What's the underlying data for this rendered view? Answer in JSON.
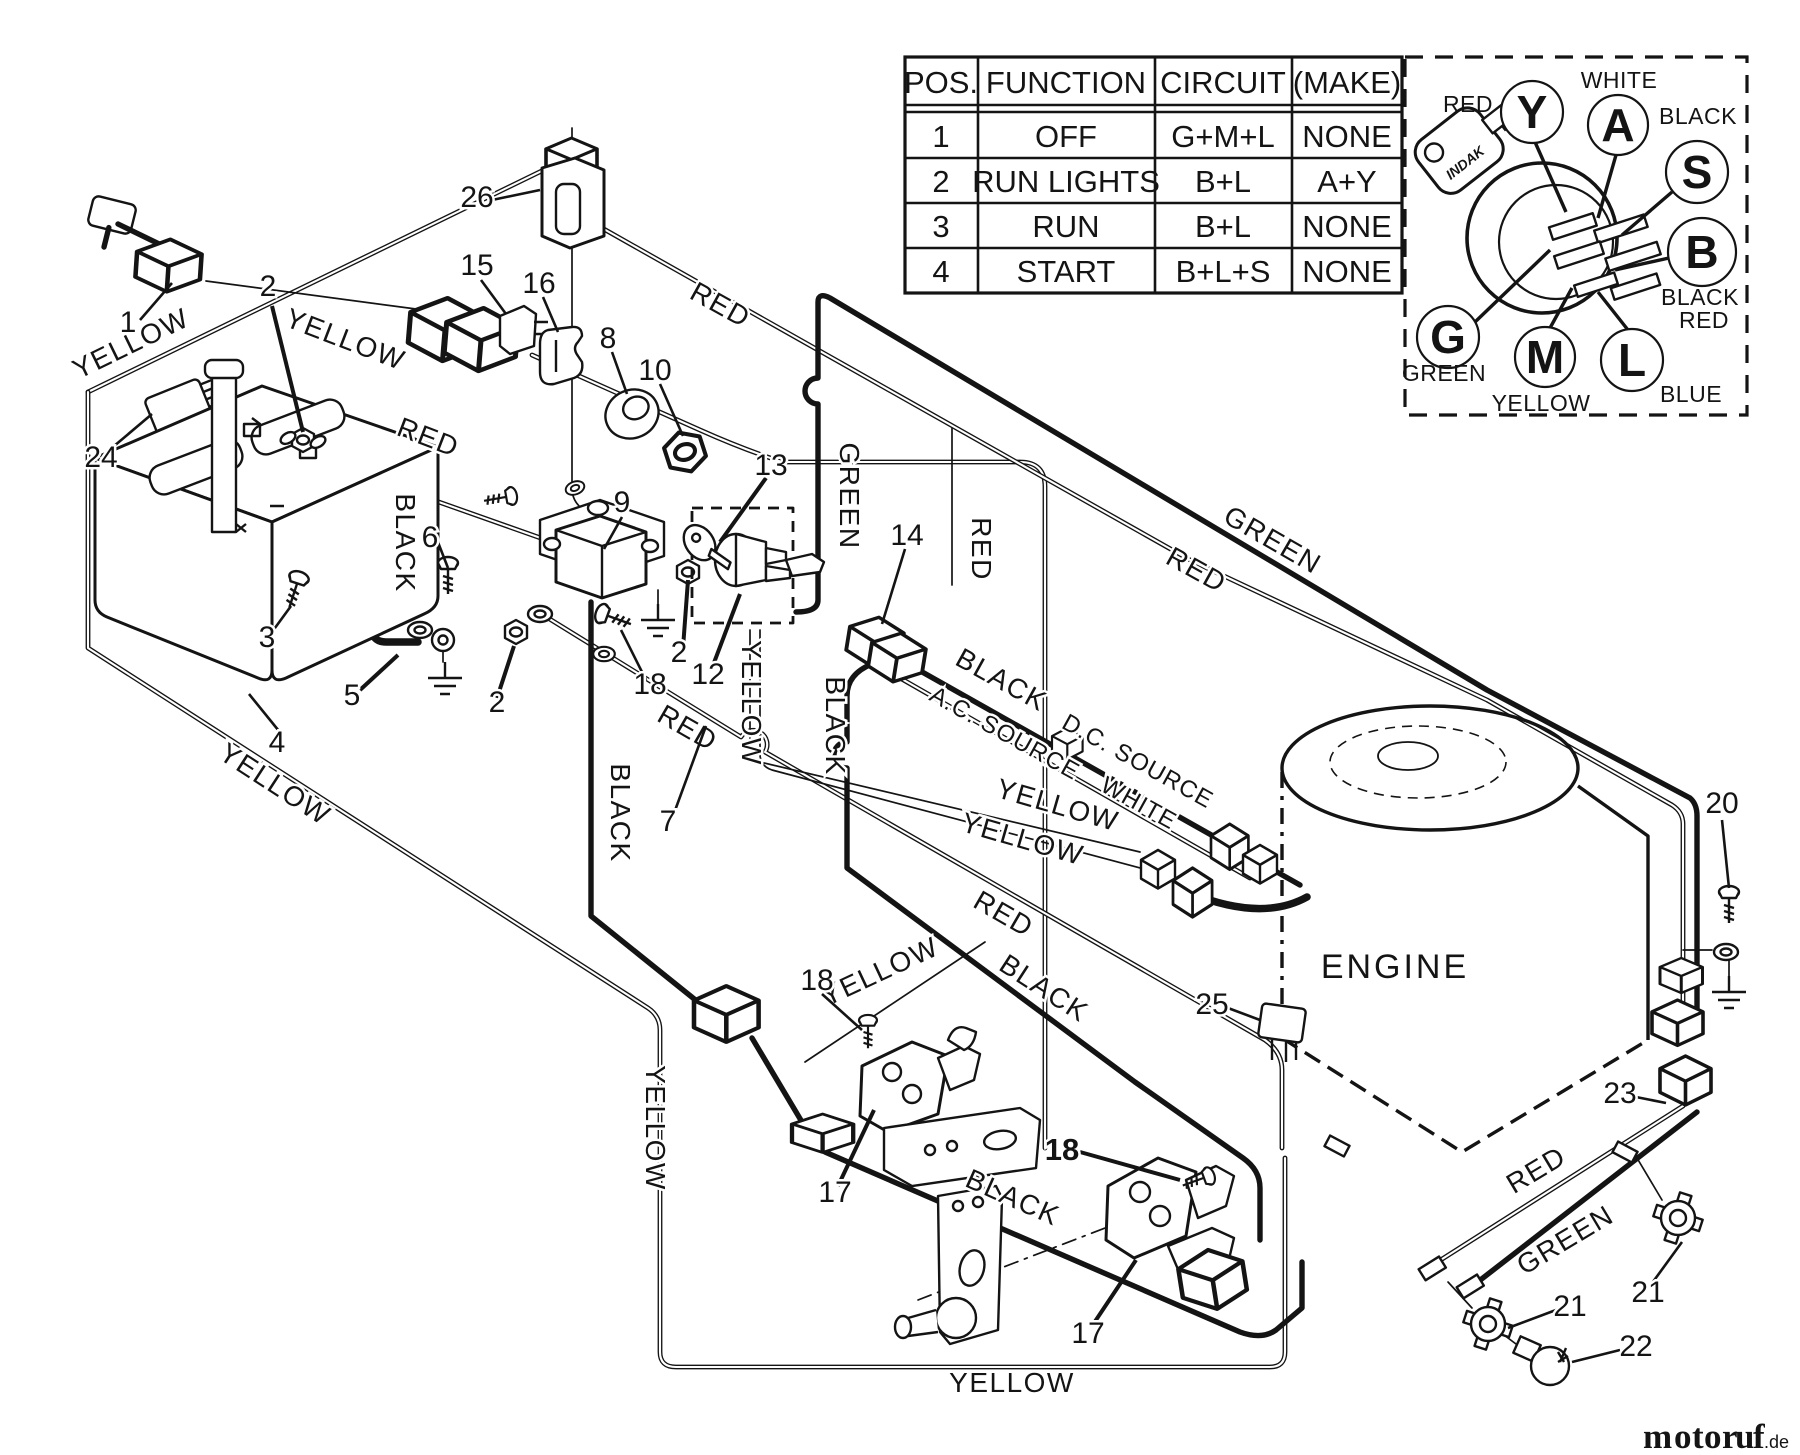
{
  "table": {
    "headers": [
      "POS.",
      "FUNCTION",
      "CIRCUIT",
      "(MAKE)"
    ],
    "rows": [
      [
        "1",
        "OFF",
        "G+M+L",
        "NONE"
      ],
      [
        "2",
        "RUN LIGHTS",
        "B+L",
        "A+Y"
      ],
      [
        "3",
        "RUN",
        "B+L",
        "NONE"
      ],
      [
        "4",
        "START",
        "B+L+S",
        "NONE"
      ]
    ]
  },
  "inset": {
    "key_brand": "INDAK",
    "terminals": [
      {
        "letter": "Y",
        "color": "RED"
      },
      {
        "letter": "A",
        "color": "WHITE"
      },
      {
        "letter": "S",
        "color": "BLACK"
      },
      {
        "letter": "B",
        "color": "BLACK",
        "color2": "RED"
      },
      {
        "letter": "G",
        "color": "GREEN"
      },
      {
        "letter": "M",
        "color": "YELLOW"
      },
      {
        "letter": "L",
        "color": "BLUE"
      }
    ]
  },
  "wire_colors": {
    "yellow": "YELLOW",
    "red": "RED",
    "black": "BLACK",
    "green": "GREEN",
    "white": "WHITE",
    "blue": "BLUE"
  },
  "source_labels": {
    "ac": "A.C. SOURCE",
    "dc": "D.C. SOURCE"
  },
  "engine_label": "ENGINE",
  "parts": {
    "1": "1",
    "2": "2",
    "3": "3",
    "4": "4",
    "5": "5",
    "6": "6",
    "7": "7",
    "8": "8",
    "9": "9",
    "10": "10",
    "12": "12",
    "13": "13",
    "14": "14",
    "15": "15",
    "16": "16",
    "17": "17",
    "18": "18",
    "20": "20",
    "21": "21",
    "22": "22",
    "23": "23",
    "24": "24",
    "25": "25",
    "26": "26"
  },
  "watermark": {
    "letters": [
      {
        "ch": "m",
        "color": "#4a6cb3"
      },
      {
        "ch": "o",
        "color": "#3ea04a"
      },
      {
        "ch": "t",
        "color": "#de5fa8"
      },
      {
        "ch": "o",
        "color": "#3ea04a"
      },
      {
        "ch": "r",
        "color": "#7e88cf"
      },
      {
        "ch": "u",
        "color": "#f6a01f"
      },
      {
        "ch": "f",
        "color": "#f0a51a"
      }
    ],
    "suffix": ".de"
  }
}
